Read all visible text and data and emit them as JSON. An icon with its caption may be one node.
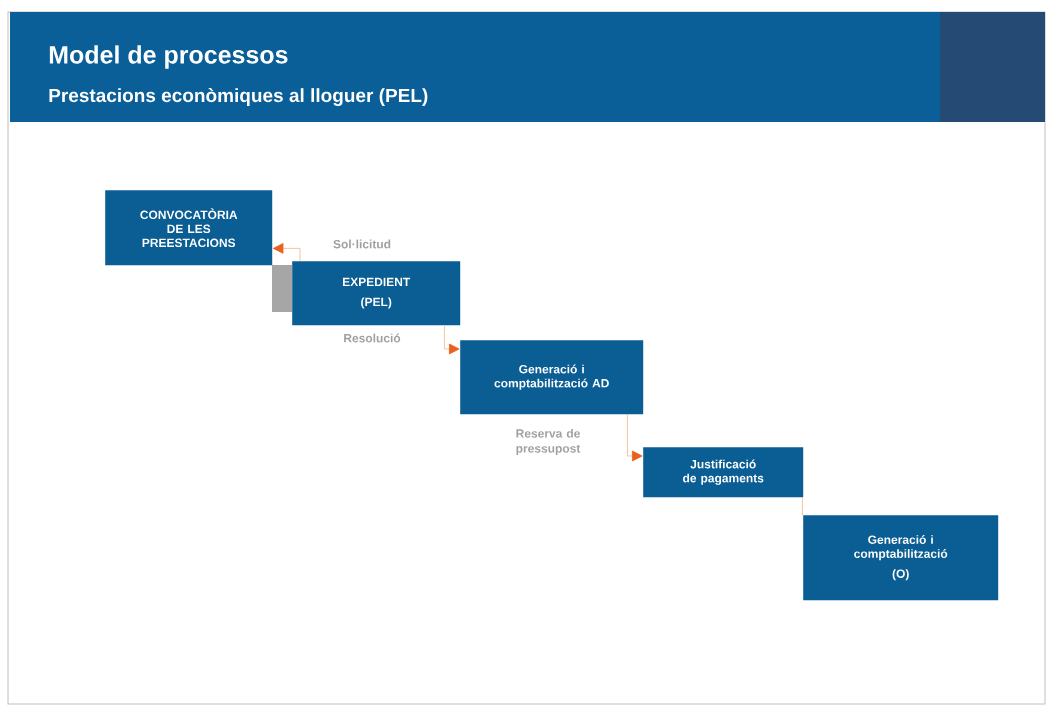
{
  "diagram": {
    "title": "Model de processos",
    "nodes": [
      {
        "text": [
          "CONVOCATÒRIA DE LES PREESTACIONS"
        ]
      },
      {
        "text": [
          "EXPEDIENT",
          "(PEL)"
        ]
      },
      {
        "text": [
          "Generació i comptabilització AD"
        ]
      },
      {
        "text": [
          "Justificació de pagaments"
        ]
      },
      {
        "text": [
          "Generació i comptabilització",
          "(O)"
        ]
      }
    ],
    "edges": [
      {
        "from": 1,
        "to": 0,
        "arrow": "to",
        "label": "Sol·licitud"
      },
      {
        "from": 1,
        "to": 2,
        "arrow": "to",
        "label": "Resolució"
      },
      {
        "from": 2,
        "to": 3,
        "arrow": "to",
        "label": "Reserva de pressupost"
      },
      {
        "from": 3,
        "to": 4,
        "arrow": "none"
      }
    ],
    "labels": [
      "Prestacions econòmiques al lloguer (PEL)"
    ]
  }
}
